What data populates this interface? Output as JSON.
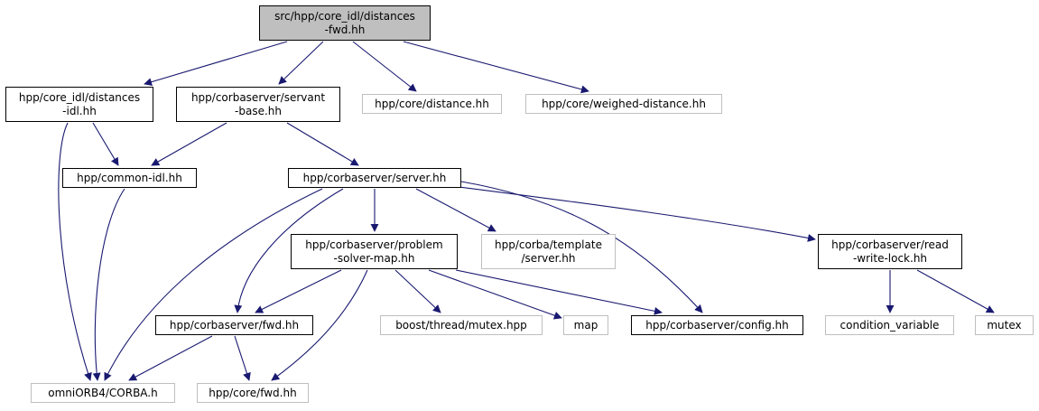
{
  "colors": {
    "edge": "#191970",
    "root_fill": "#bfbfbf",
    "border": "#000000",
    "external_border": "#bfbfbf"
  },
  "nodes": {
    "root": {
      "l1": "src/hpp/core_idl/distances",
      "l2": "-fwd.hh"
    },
    "dist_idl": {
      "l1": "hpp/core_idl/distances",
      "l2": "-idl.hh"
    },
    "servant": {
      "l1": "hpp/corbaserver/servant",
      "l2": "-base.hh"
    },
    "core_dist": {
      "l1": "hpp/core/distance.hh"
    },
    "weighed": {
      "l1": "hpp/core/weighed-distance.hh"
    },
    "common_idl": {
      "l1": "hpp/common-idl.hh"
    },
    "server": {
      "l1": "hpp/corbaserver/server.hh"
    },
    "problem": {
      "l1": "hpp/corbaserver/problem",
      "l2": "-solver-map.hh"
    },
    "template": {
      "l1": "hpp/corba/template",
      "l2": "/server.hh"
    },
    "rwlock": {
      "l1": "hpp/corbaserver/read",
      "l2": "-write-lock.hh"
    },
    "fwd": {
      "l1": "hpp/corbaserver/fwd.hh"
    },
    "mutex_hpp": {
      "l1": "boost/thread/mutex.hpp"
    },
    "map": {
      "l1": "map"
    },
    "config": {
      "l1": "hpp/corbaserver/config.hh"
    },
    "condvar": {
      "l1": "condition_variable"
    },
    "mutex": {
      "l1": "mutex"
    },
    "omni": {
      "l1": "omniORB4/CORBA.h"
    },
    "core_fwd": {
      "l1": "hpp/core/fwd.hh"
    }
  },
  "edges": [
    [
      "root",
      "dist_idl"
    ],
    [
      "root",
      "servant"
    ],
    [
      "root",
      "core_dist"
    ],
    [
      "root",
      "weighed"
    ],
    [
      "dist_idl",
      "common_idl"
    ],
    [
      "dist_idl",
      "omni"
    ],
    [
      "servant",
      "common_idl"
    ],
    [
      "servant",
      "server"
    ],
    [
      "common_idl",
      "omni"
    ],
    [
      "server",
      "problem"
    ],
    [
      "server",
      "template"
    ],
    [
      "server",
      "rwlock"
    ],
    [
      "server",
      "fwd"
    ],
    [
      "server",
      "config"
    ],
    [
      "server",
      "omni"
    ],
    [
      "problem",
      "fwd"
    ],
    [
      "problem",
      "mutex_hpp"
    ],
    [
      "problem",
      "map"
    ],
    [
      "problem",
      "config"
    ],
    [
      "problem",
      "core_fwd"
    ],
    [
      "rwlock",
      "condvar"
    ],
    [
      "rwlock",
      "mutex"
    ],
    [
      "fwd",
      "omni"
    ],
    [
      "fwd",
      "core_fwd"
    ]
  ]
}
